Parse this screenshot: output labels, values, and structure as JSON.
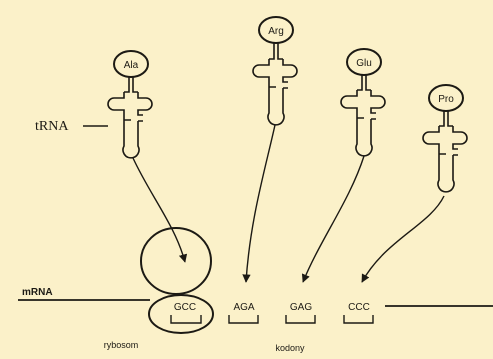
{
  "labels": {
    "trna": "tRNA",
    "mrna": "mRNA",
    "ribosome": "rybosom",
    "codons": "kodony"
  },
  "trnas": [
    {
      "amino_acid": "Ala",
      "anticodon_target": "GCC"
    },
    {
      "amino_acid": "Arg",
      "anticodon_target": "AGA"
    },
    {
      "amino_acid": "Glu",
      "anticodon_target": "GAG"
    },
    {
      "amino_acid": "Pro",
      "anticodon_target": "CCC"
    }
  ],
  "codons": [
    "GCC",
    "AGA",
    "GAG",
    "CCC"
  ],
  "colors": {
    "background": "#fbf1c9",
    "ink": "#1c1a14"
  }
}
